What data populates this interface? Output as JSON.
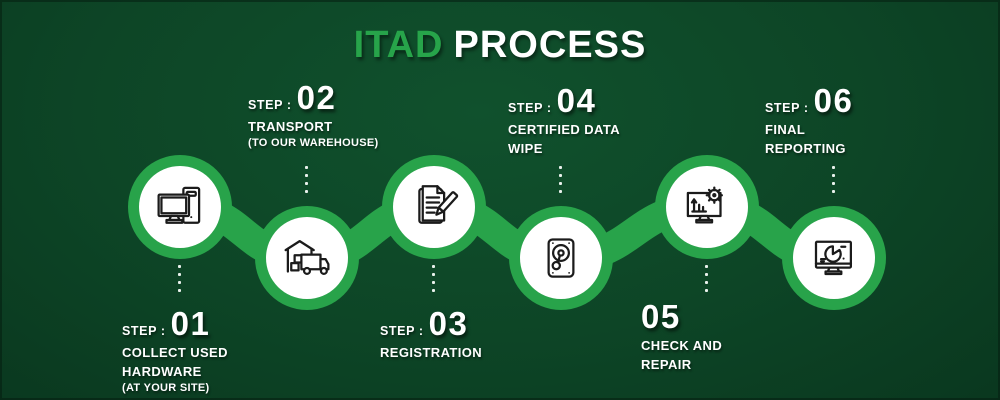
{
  "title": {
    "highlight": "ITAD",
    "rest": "PROCESS"
  },
  "colors": {
    "accent_green": "#27a44a",
    "ring_green": "#28a34a",
    "background_dark": "#0a381f",
    "background_light": "#10512d",
    "circle_fill": "#ffffff",
    "icon_stroke": "#1b1b1b",
    "text": "#ffffff"
  },
  "steps": [
    {
      "prefix": "STEP :",
      "number": "01",
      "lines": [
        "COLLECT USED",
        "HARDWARE"
      ],
      "subline": "(AT YOUR SITE)",
      "icon": "desktop-computer-icon",
      "label_position": "below"
    },
    {
      "prefix": "STEP :",
      "number": "02",
      "lines": [
        "TRANSPORT"
      ],
      "subline": "(TO OUR WAREHOUSE)",
      "icon": "warehouse-truck-icon",
      "label_position": "above"
    },
    {
      "prefix": "STEP :",
      "number": "03",
      "lines": [
        "REGISTRATION"
      ],
      "icon": "document-pencil-icon",
      "label_position": "below"
    },
    {
      "prefix": "STEP :",
      "number": "04",
      "lines": [
        "CERTIFIED DATA",
        "WIPE"
      ],
      "icon": "hard-drive-icon",
      "label_position": "above"
    },
    {
      "prefix": "",
      "number": "05",
      "lines": [
        "CHECK AND",
        "REPAIR"
      ],
      "icon": "monitor-gear-icon",
      "label_position": "below"
    },
    {
      "prefix": "STEP :",
      "number": "06",
      "lines": [
        "FINAL",
        "REPORTING"
      ],
      "icon": "monitor-pie-chart-icon",
      "label_position": "above"
    }
  ]
}
